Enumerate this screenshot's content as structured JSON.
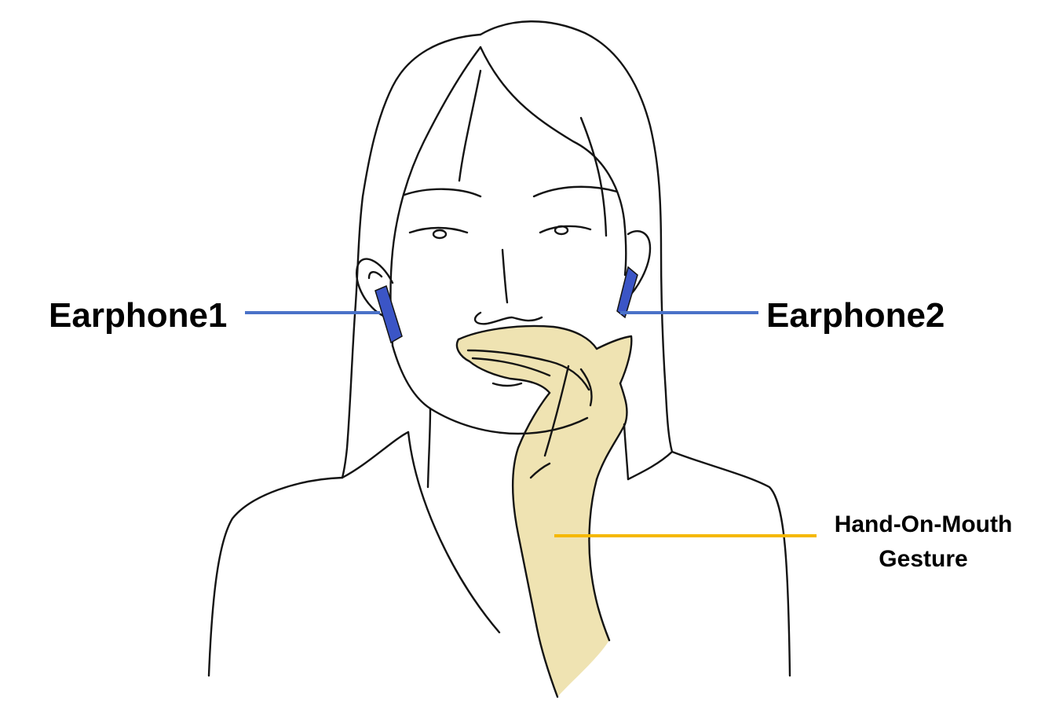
{
  "labels": {
    "earphone1": "Earphone1",
    "earphone2": "Earphone2",
    "gesture_line1": "Hand-On-Mouth",
    "gesture_line2": "Gesture"
  },
  "colors": {
    "earphone_fill": "#3b55c6",
    "earphone_leader": "#4a72c8",
    "gesture_leader": "#f5b800",
    "hand_fill": "#efe3b2",
    "line_art": "#141414",
    "background": "#ffffff"
  },
  "figure": {
    "subject": "woman-line-drawing",
    "devices": [
      "earphone1",
      "earphone2"
    ],
    "gesture": "hand-on-mouth"
  }
}
